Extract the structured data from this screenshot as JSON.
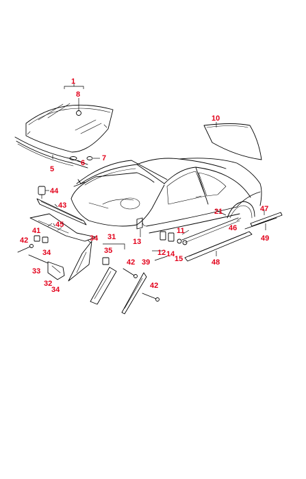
{
  "colors": {
    "label": "#e2001a",
    "line": "#000000",
    "background": "#ffffff"
  },
  "labels": {
    "l1": "1",
    "l8": "8",
    "l10": "10",
    "l7": "7",
    "l6": "6",
    "l5": "5",
    "l44": "44",
    "l43": "43",
    "l45": "45",
    "l41": "41",
    "l42a": "42",
    "l34a": "34",
    "l33": "33",
    "l32": "32",
    "l34b": "34",
    "l34c": "34",
    "l31": "31",
    "l35": "35",
    "l13": "13",
    "l42b": "42",
    "l39": "39",
    "l12": "12",
    "l14": "14",
    "l15": "15",
    "l11": "11",
    "l21": "21",
    "l46": "46",
    "l47": "47",
    "l49": "49",
    "l48": "48",
    "l42c": "42"
  }
}
